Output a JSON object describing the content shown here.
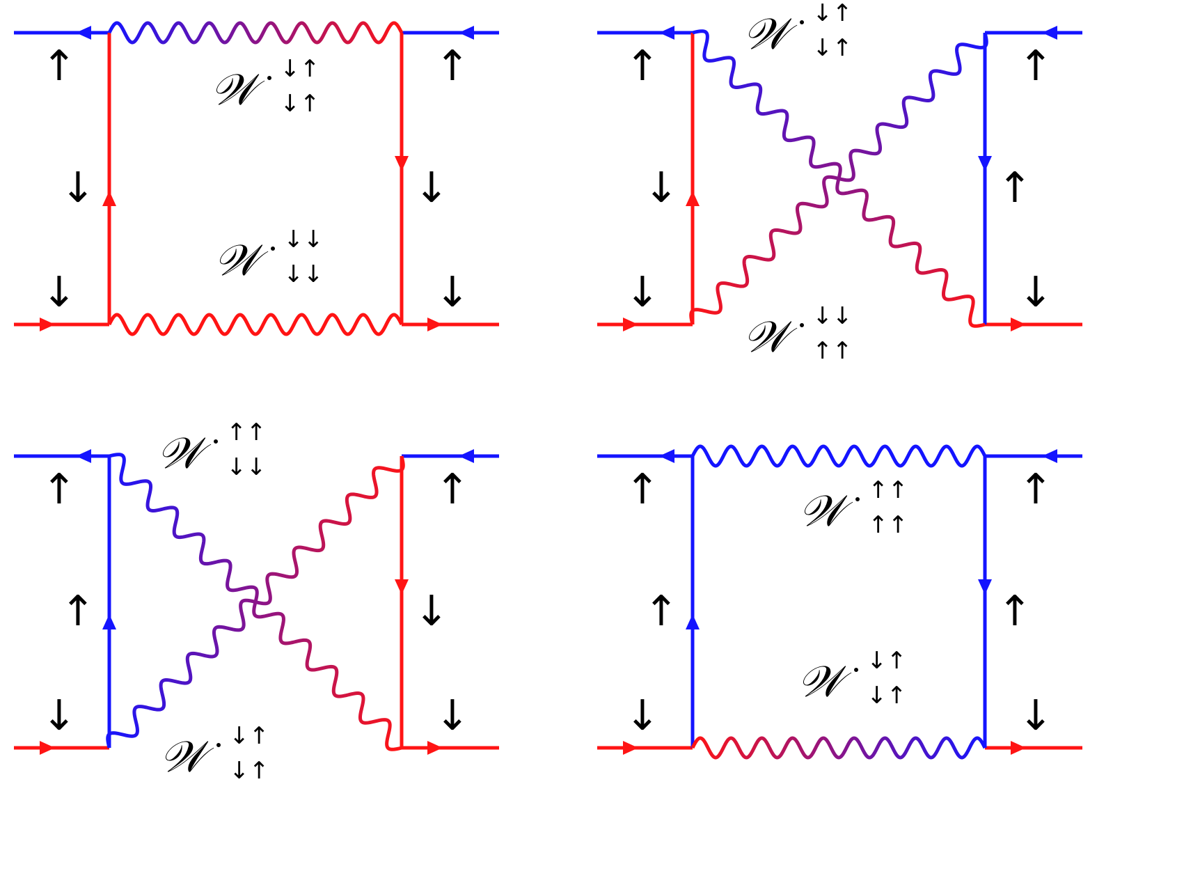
{
  "colors": {
    "up": "#1414ff",
    "down": "#ff1414",
    "arrow_text": "#000000"
  },
  "symbols": {
    "up": "↑",
    "down": "↓",
    "W": "𝒲",
    "dot": "·"
  },
  "diagrams": [
    {
      "id": "top-left",
      "external": {
        "top_left": "↑",
        "top_right": "↑",
        "bottom_left": "↓",
        "bottom_right": "↓"
      },
      "internal": {
        "left": "↓",
        "right": "↓"
      },
      "propagators": [
        {
          "symbol": "𝒲",
          "dot": "·",
          "top": "↓↑",
          "bottom": "↓↑"
        },
        {
          "symbol": "𝒲",
          "dot": "·",
          "top": "↓↓",
          "bottom": "↓↓"
        }
      ]
    },
    {
      "id": "top-right",
      "external": {
        "top_left": "↑",
        "top_right": "↑",
        "bottom_left": "↓",
        "bottom_right": "↓"
      },
      "internal": {
        "left": "↓",
        "right": "↑"
      },
      "propagators": [
        {
          "symbol": "𝒲",
          "dot": "·",
          "top": "↓↑",
          "bottom": "↓↑"
        },
        {
          "symbol": "𝒲",
          "dot": "·",
          "top": "↓↓",
          "bottom": "↑↑"
        }
      ]
    },
    {
      "id": "bottom-left",
      "external": {
        "top_left": "↑",
        "top_right": "↑",
        "bottom_left": "↓",
        "bottom_right": "↓"
      },
      "internal": {
        "left": "↑",
        "right": "↓"
      },
      "propagators": [
        {
          "symbol": "𝒲",
          "dot": "·",
          "top": "↑↑",
          "bottom": "↓↓"
        },
        {
          "symbol": "𝒲",
          "dot": "·",
          "top": "↓↑",
          "bottom": "↓↑"
        }
      ]
    },
    {
      "id": "bottom-right",
      "external": {
        "top_left": "↑",
        "top_right": "↑",
        "bottom_left": "↓",
        "bottom_right": "↓"
      },
      "internal": {
        "left": "↑",
        "right": "↑"
      },
      "propagators": [
        {
          "symbol": "𝒲",
          "dot": "·",
          "top": "↑↑",
          "bottom": "↑↑"
        },
        {
          "symbol": "𝒲",
          "dot": "·",
          "top": "↓↑",
          "bottom": "↓↑"
        }
      ]
    }
  ]
}
